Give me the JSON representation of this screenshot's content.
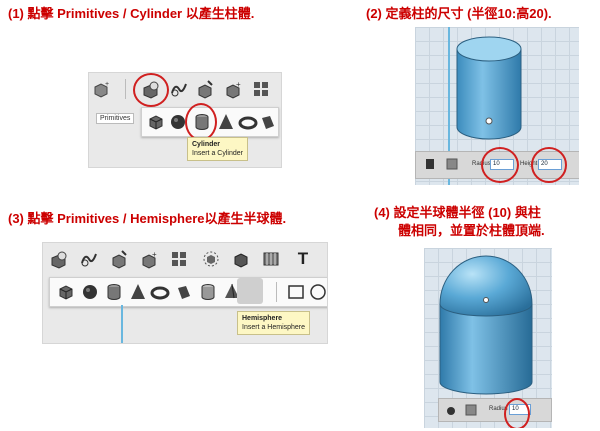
{
  "captions": {
    "step1": "(1) 點擊 Primitives /  Cylinder 以產生柱體.",
    "step2": "(2) 定義柱的尺寸 (半徑10:高20).",
    "step3": "(3) 點擊 Primitives /  Hemisphere以產生半球體.",
    "step4_line1": "(4) 設定半球體半徑 (10) 與柱",
    "step4_line2": "體相同，並置於柱體頂端."
  },
  "panel1": {
    "primitives_label": "Primitives",
    "tooltip_title": "Cylinder",
    "tooltip_desc": "Insert a Cylinder"
  },
  "panel2": {
    "radius_label": "Radius",
    "radius_value": "10",
    "height_label": "Height",
    "height_value": "20"
  },
  "panel3": {
    "text_tool": "T",
    "tooltip_title": "Hemisphere",
    "tooltip_desc": "Insert a Hemisphere"
  },
  "panel4": {
    "radius_label": "Radius",
    "radius_value": "10"
  },
  "colors": {
    "caption": "#cc0000",
    "highlight_ring": "#d02020",
    "shape_blue": "#5aa9d6",
    "viewport_bg": "#dde6ee"
  },
  "icons": [
    "box-icon",
    "primitives-icon",
    "sketch-icon",
    "construct-icon",
    "modify-icon",
    "pattern-icon",
    "grouping-icon",
    "combine-icon",
    "measure-icon",
    "text-icon",
    "cube-icon",
    "sphere-icon",
    "cylinder-icon",
    "cone-icon",
    "torus-icon",
    "wedge-icon",
    "tube-icon",
    "pyramid-icon",
    "hemisphere-icon",
    "rectangle-icon",
    "circle-icon"
  ]
}
